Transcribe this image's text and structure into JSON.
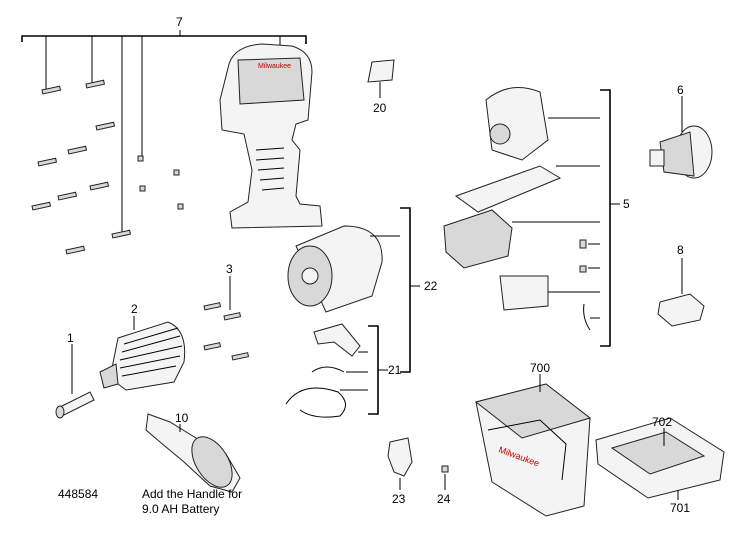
{
  "labels": {
    "p7": "7",
    "p20": "20",
    "p6": "6",
    "p5": "5",
    "p22": "22",
    "p3": "3",
    "p2": "2",
    "p8": "8",
    "p1": "1",
    "p21": "21",
    "p700": "700",
    "p10": "10",
    "p702": "702",
    "p23": "23",
    "p24": "24",
    "p701": "701",
    "drawing_no": "448584",
    "note_line1": "Add the Handle for",
    "note_line2": "9.0 AH Battery"
  },
  "brand_text": "Milwaukee"
}
